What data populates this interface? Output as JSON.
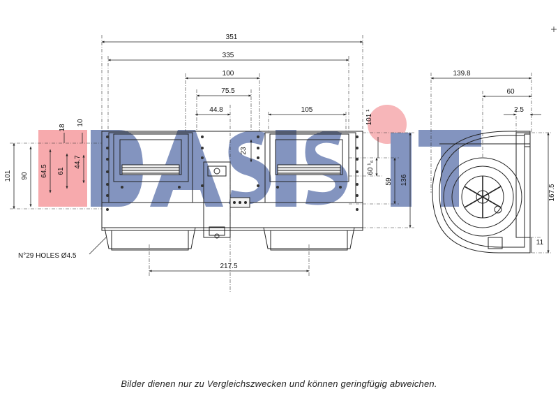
{
  "watermark": {
    "text": "DASIS",
    "colors": [
      "#e8222a",
      "#1f3d8c"
    ]
  },
  "dimensions": {
    "d351": "351",
    "d335": "335",
    "d100": "100",
    "d75_5": "75.5",
    "d44_8": "44.8",
    "d105": "105",
    "d18": "18",
    "d10": "10",
    "d101_top": "101 ¹",
    "d139_8": "139.8",
    "d60": "60",
    "d2_5": "2.5",
    "d101": "101",
    "d90": "90",
    "d64_5": "64.5",
    "d61": "61",
    "d44_7": "44.7",
    "d23": "23",
    "d60_tol": "60 ¹₆",
    "d59": "59",
    "d136": "136",
    "d167_5": "167.5",
    "d11": "11",
    "d217_5": "217.5"
  },
  "holes_note": "N°29 HOLES Ø4.5",
  "caption": "Bilder dienen nur zu Vergleichszwecken und können geringfügig abweichen."
}
